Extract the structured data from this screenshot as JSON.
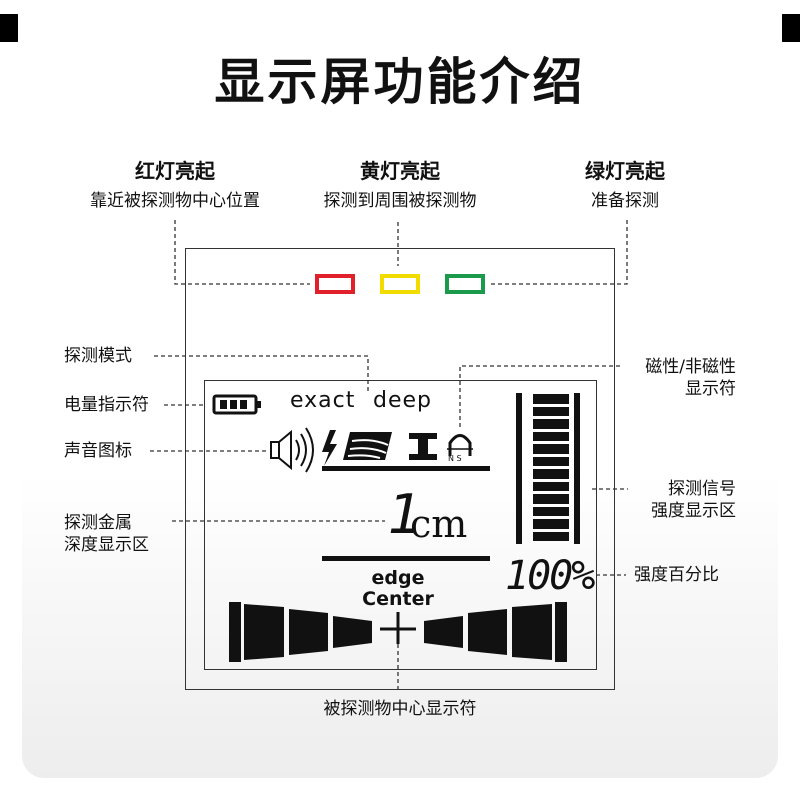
{
  "title": "显示屏功能介绍",
  "leds": [
    {
      "title": "红灯亮起",
      "desc": "靠近被探测物中心位置",
      "color": "#e0202a"
    },
    {
      "title": "黄灯亮起",
      "desc": "探测到周围被探测物",
      "color": "#f2dc00"
    },
    {
      "title": "绿灯亮起",
      "desc": "准备探测",
      "color": "#1a9a4a"
    }
  ],
  "callouts": {
    "mode": "探测模式",
    "battery": "电量指示符",
    "sound": "声音图标",
    "depth_line1": "探测金属",
    "depth_line2": "深度显示区",
    "magnetic_line1": "磁性/非磁性",
    "magnetic_line2": "显示符",
    "signal_line1": "探测信号",
    "signal_line2": "强度显示区",
    "percent": "强度百分比",
    "center": "被探测物中心显示符"
  },
  "lcd": {
    "mode_exact": "exact",
    "mode_deep": "deep",
    "depth_value": "1",
    "depth_unit": "cm",
    "edge_label": "edge",
    "center_label": "Center",
    "percent_value": "100%",
    "magnet_label": "N S",
    "signal_strength_percent": 100,
    "signal_segments": 12
  }
}
